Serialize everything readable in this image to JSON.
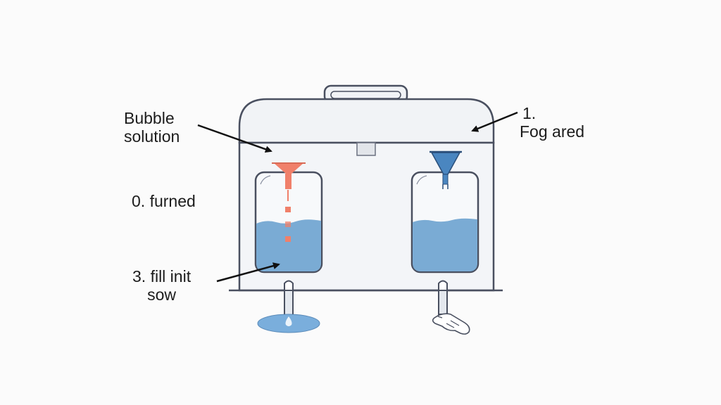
{
  "labels": {
    "bubble_solution_line1": "Bubble",
    "bubble_solution_line2": "solution",
    "fog_number": "1.",
    "fog_text": "Fog ared",
    "furned": "0. furned",
    "fill_line1": "3. fill init",
    "fill_line2": "sow"
  },
  "colors": {
    "outline": "#4a5060",
    "body_fill": "#f3f5f8",
    "lid_fill": "#f1f3f6",
    "water": "#7aabd4",
    "funnel_left": "#f0806a",
    "funnel_right": "#4a86c0",
    "dish": "#7aaedc",
    "arrow": "#111111"
  }
}
